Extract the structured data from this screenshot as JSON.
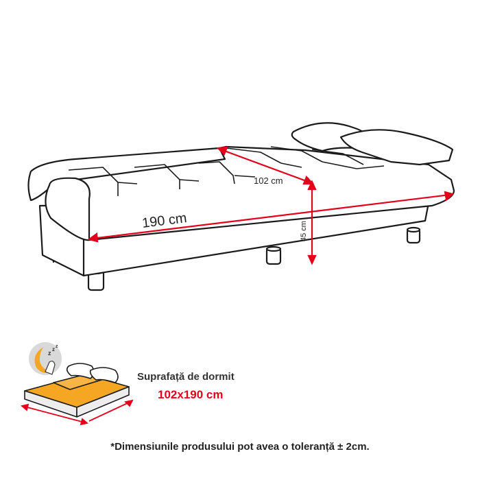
{
  "dimensions": {
    "length": "190 cm",
    "depth": "102 cm",
    "height": "45 cm"
  },
  "sleeping_surface": {
    "title": "Suprafață de dormit",
    "value": "102x190 cm"
  },
  "note": "*Dimensiunile produsului pot avea o toleranță ± 2cm.",
  "colors": {
    "accent": "#e3001b",
    "outline": "#1a1a1a",
    "mattress": "#f5a623"
  },
  "icons": [
    "moon-sleep-icon",
    "bed-icon"
  ]
}
